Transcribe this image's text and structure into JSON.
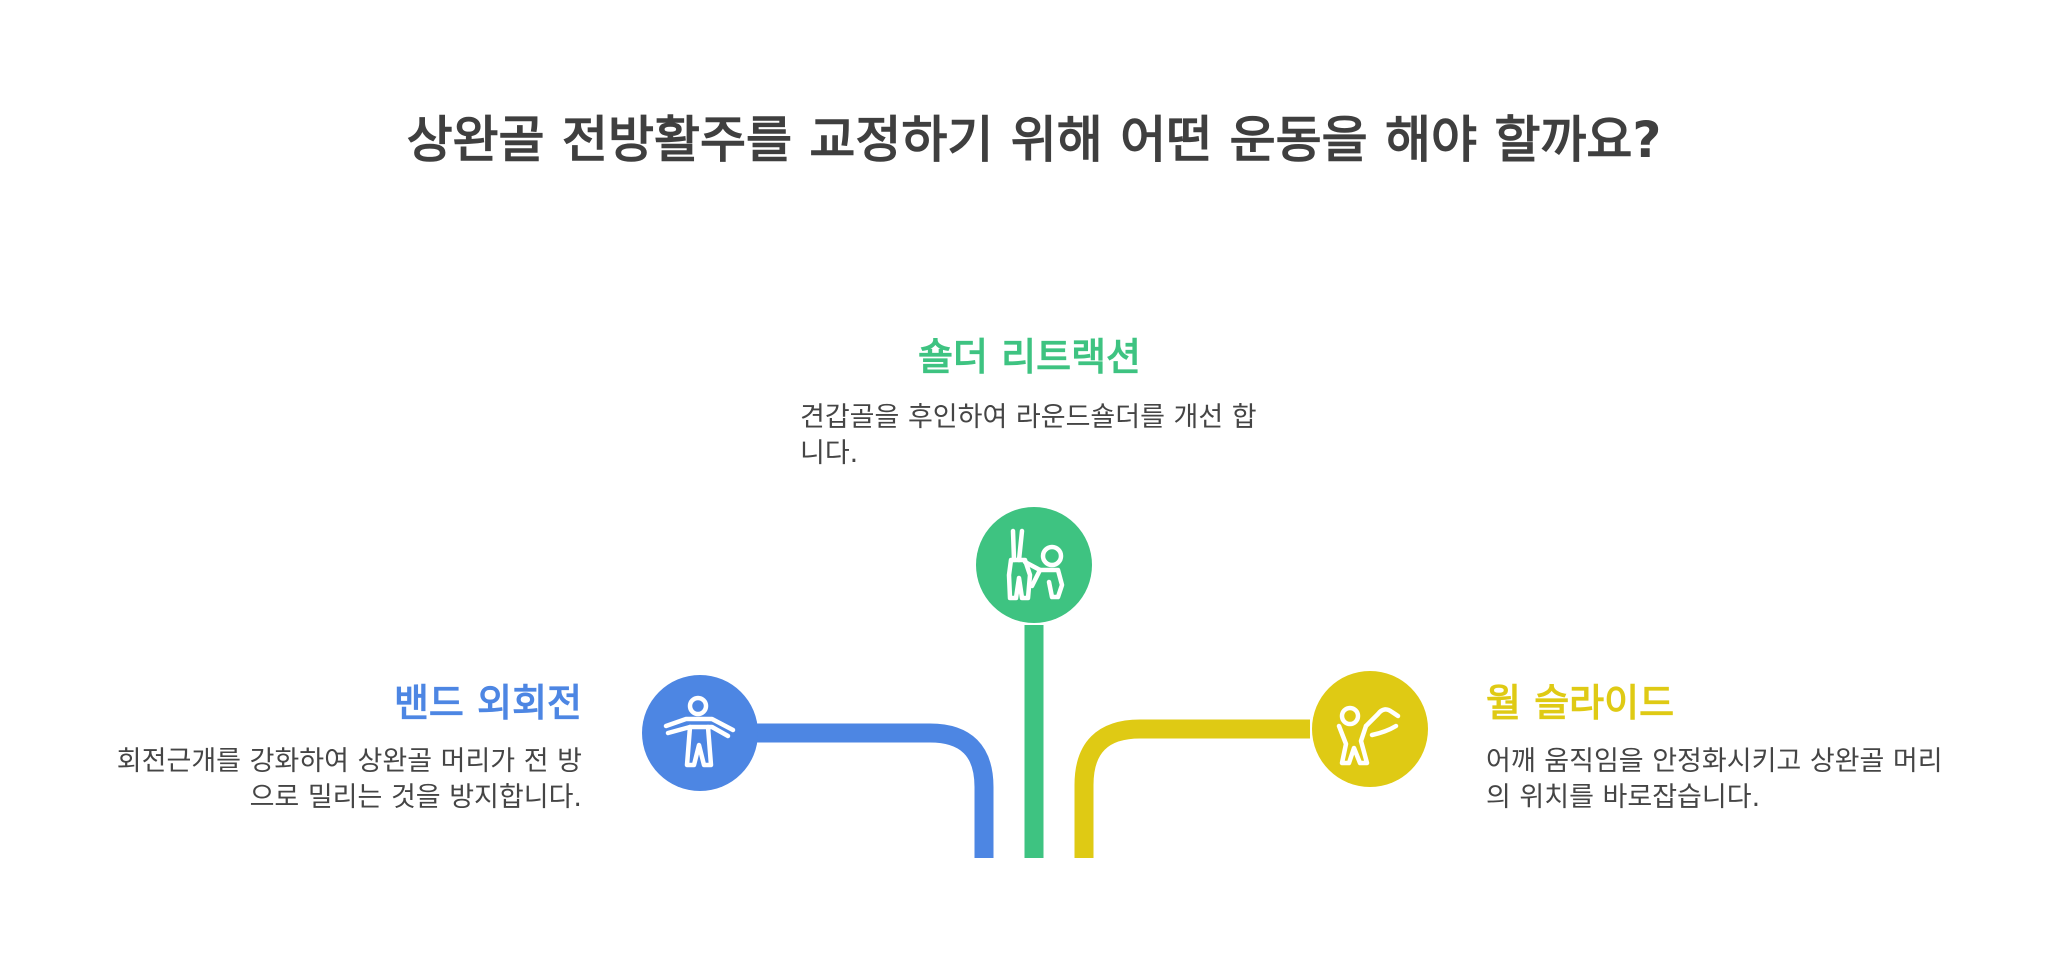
{
  "title": "상완골 전방활주를 교정하기 위해 어떤 운동을 해야 할까요?",
  "colors": {
    "blue": "#4d86e3",
    "green": "#3ec381",
    "yellow": "#dfca14",
    "title": "#3f3f3f",
    "text": "#454545"
  },
  "items": [
    {
      "heading": "숄더 리트랙션",
      "description": "견갑골을 후인하여 라운드숄더를 개선 합니다.",
      "icon": "shoulder-retraction-icon",
      "color": "#3ec381"
    },
    {
      "heading": "밴드 외회전",
      "description": "회전근개를 강화하여 상완골 머리가 전 방으로 밀리는 것을 방지합니다.",
      "icon": "band-external-rotation-icon",
      "color": "#4d86e3"
    },
    {
      "heading": "월 슬라이드",
      "description": "어깨 움직임을 안정화시키고 상완골 머리의 위치를 바로잡습니다.",
      "icon": "wall-slide-icon",
      "color": "#dfca14"
    }
  ]
}
